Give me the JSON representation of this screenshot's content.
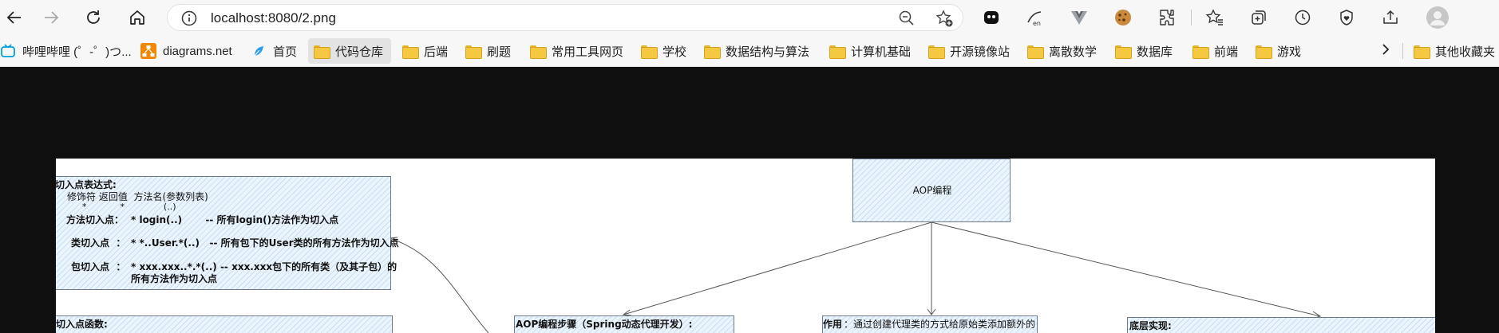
{
  "toolbar": {
    "url": "localhost:8080/2.png"
  },
  "bookmarks": [
    {
      "label": "哔哩哔哩 (゜-゜)つ...",
      "icon": "bilibili-icon"
    },
    {
      "label": "diagrams.net",
      "icon": "drawio-icon"
    },
    {
      "label": "首页",
      "icon": "leaf-icon"
    },
    {
      "label": "代码仓库",
      "icon": "folder-icon"
    },
    {
      "label": "后端",
      "icon": "folder-icon"
    },
    {
      "label": "刷题",
      "icon": "folder-icon"
    },
    {
      "label": "常用工具网页",
      "icon": "folder-icon"
    },
    {
      "label": "学校",
      "icon": "folder-icon"
    },
    {
      "label": "数据结构与算法",
      "icon": "folder-icon"
    },
    {
      "label": "计算机基础",
      "icon": "folder-icon"
    },
    {
      "label": "开源镜像站",
      "icon": "folder-icon"
    },
    {
      "label": "离散数学",
      "icon": "folder-icon"
    },
    {
      "label": "数据库",
      "icon": "folder-icon"
    },
    {
      "label": "前端",
      "icon": "folder-icon"
    },
    {
      "label": "游戏",
      "icon": "folder-icon"
    }
  ],
  "other_bookmarks": "其他收藏夹",
  "diagram": {
    "root_title": "AOP编程",
    "pointcut_expr": {
      "title": "切入点表达式:",
      "syntax": "修饰符 返回值  方法名(参数列表)",
      "stars": "*            *              (..)",
      "method_label": "方法切入点：",
      "method_code": "* login(..)       -- 所有login()方法作为切入点",
      "class_label": "类切入点  ：",
      "class_code": "* *..User.*(..)   -- 所有包下的User类的所有方法作为切入点",
      "package_label": "包切入点  ：",
      "package_code": "* xxx.xxx..*.*(..) -- xxx.xxx包下的所有类（及其子包）的",
      "package_code2": "所有方法作为切入点"
    },
    "pointcut_func_title": "切入点函数:",
    "aop_steps_title": "AOP编程步骤（Spring动态代理开发）:",
    "purpose_label": "作用",
    "purpose_text": "：通过创建代理类的方式给原始类添加额外的",
    "impl_title": "底层实现:"
  }
}
